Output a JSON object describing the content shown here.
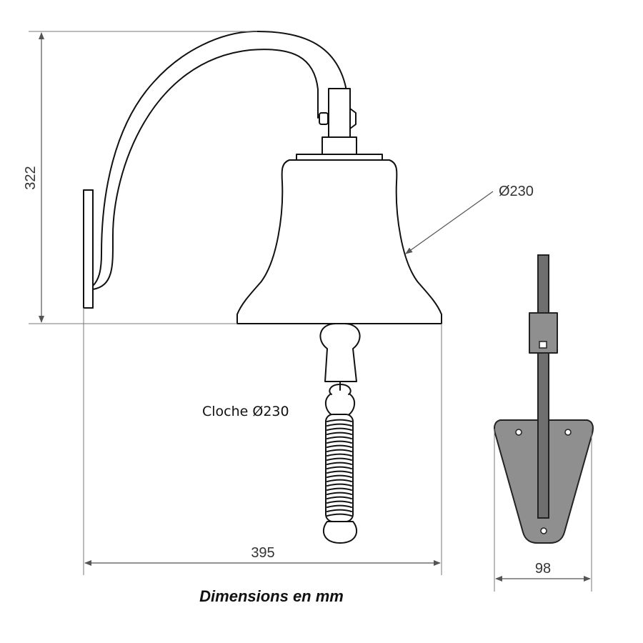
{
  "dimensions": {
    "height": "322",
    "width": "395",
    "bell_diameter": "Ø230",
    "plate_width": "98"
  },
  "label": "Cloche Ø230",
  "caption": "Dimensions en mm",
  "colors": {
    "line": "#111111",
    "dimension_line": "#555555",
    "bracket_plate_fill": "#8f8f8f"
  }
}
